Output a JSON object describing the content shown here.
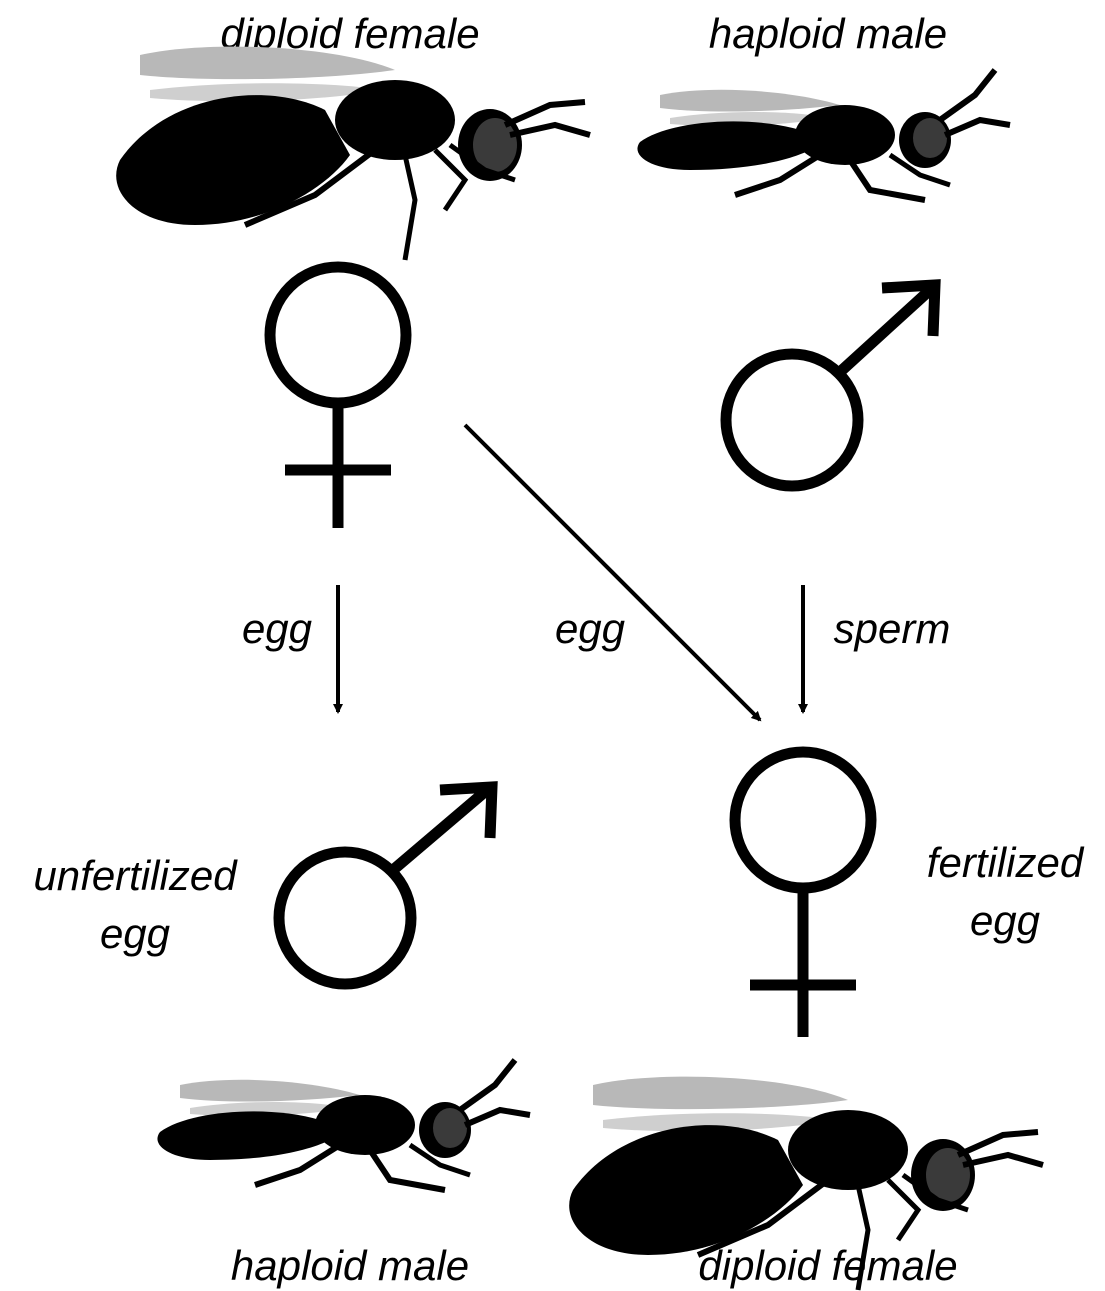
{
  "labels": {
    "top_left": "diploid female",
    "top_right": "haploid male",
    "egg_left": "egg",
    "egg_middle": "egg",
    "sperm": "sperm",
    "unfertilized_line1": "unfertilized",
    "unfertilized_line2": "egg",
    "fertilized_line1": "fertilized",
    "fertilized_line2": "egg",
    "bottom_left": "haploid male",
    "bottom_right": "diploid female"
  },
  "colors": {
    "ink": "#000000",
    "wing": "#b8b8b8",
    "eye": "#3a3a3a",
    "background": "#ffffff"
  },
  "icons": [
    "female-wasp-icon",
    "male-wasp-icon",
    "female-symbol-icon",
    "male-symbol-icon"
  ]
}
